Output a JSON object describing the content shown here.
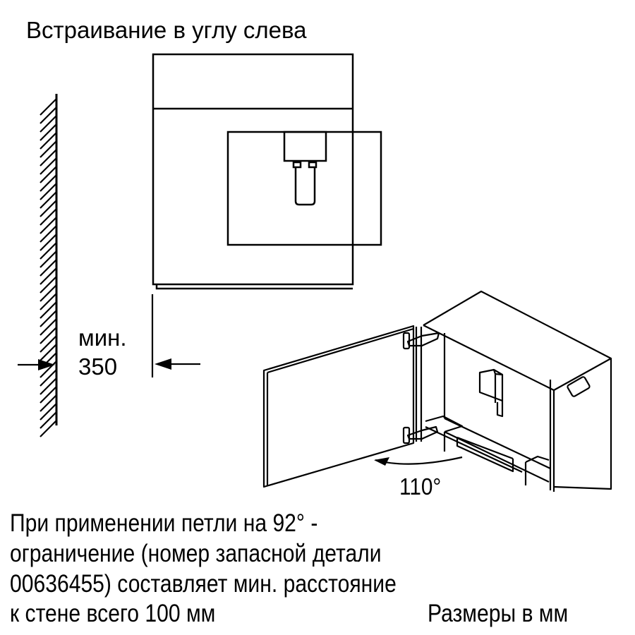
{
  "title": "Встраивание в углу слева",
  "dimension": {
    "label": "мин.",
    "value": "350",
    "unit_note": "Размеры в мм"
  },
  "door_angle": "110°",
  "note_lines": [
    "При применении петли на 92° -",
    "ограничение (номер запасной детали",
    "00636455) составляет мин. расстояние",
    "к стене всего 100 мм"
  ],
  "note": {
    "hinge_angle": "92°",
    "spare_part_number": "00636455",
    "min_wall_distance": "100 мм"
  },
  "colors": {
    "line": "#000000",
    "background": "#ffffff"
  }
}
